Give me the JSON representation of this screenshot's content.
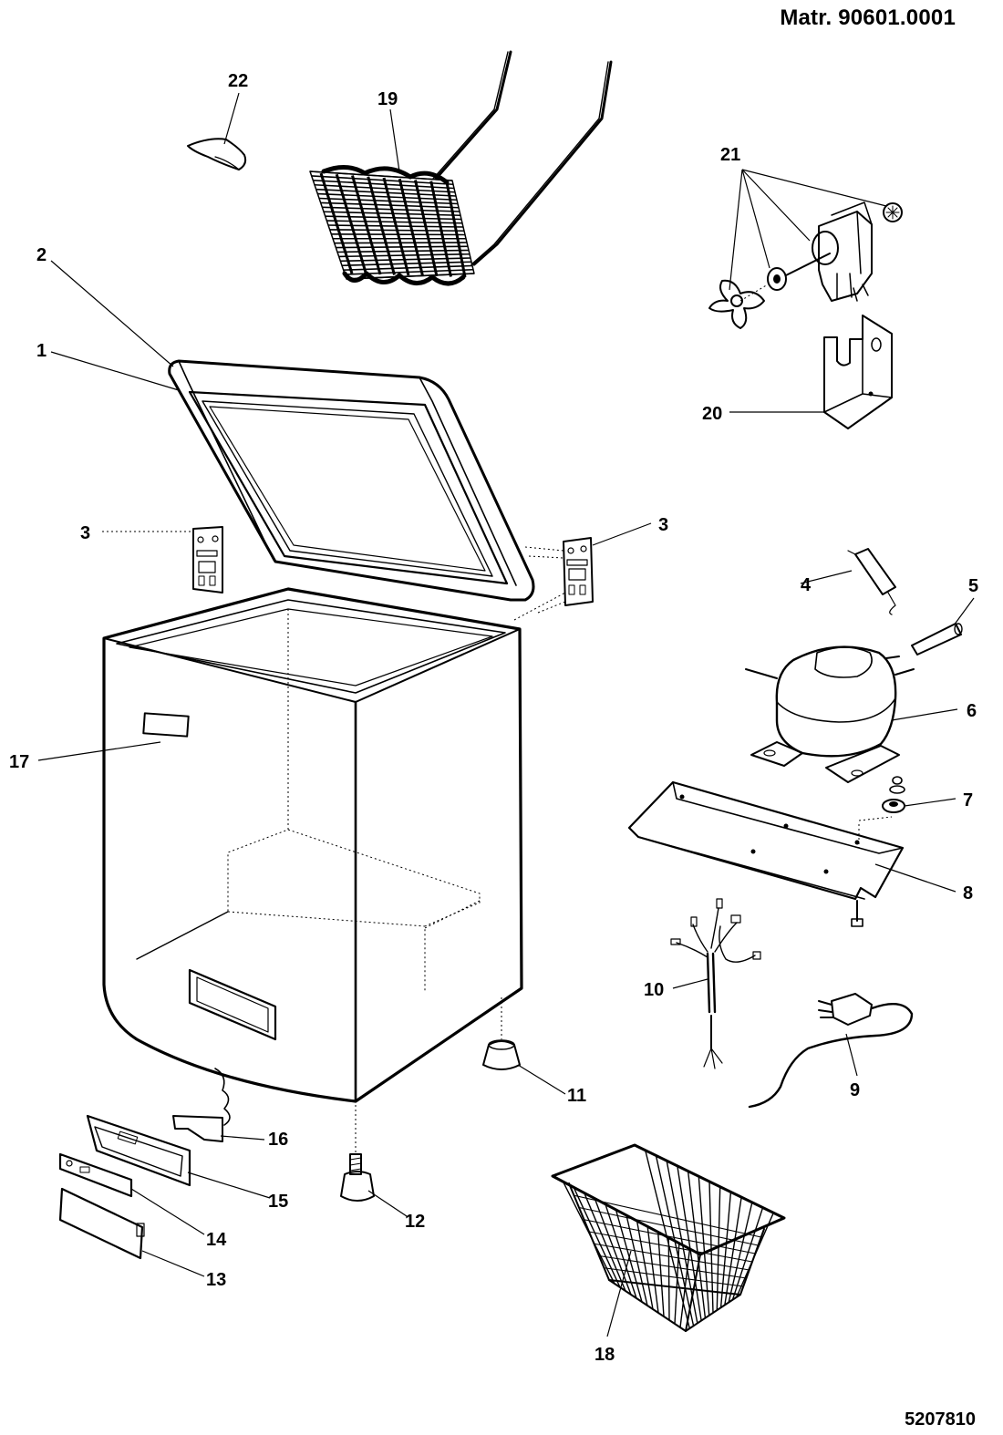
{
  "header": {
    "material_number": "Matr. 90601.0001"
  },
  "footer": {
    "drawing_number": "5207810"
  },
  "parts": [
    {
      "id": "lid-seal",
      "label": "1"
    },
    {
      "id": "lid",
      "label": "2"
    },
    {
      "id": "hinge-left",
      "label": "3"
    },
    {
      "id": "hinge-right",
      "label": "3"
    },
    {
      "id": "filter-drier",
      "label": "4"
    },
    {
      "id": "sleeve",
      "label": "5"
    },
    {
      "id": "compressor",
      "label": "6"
    },
    {
      "id": "grommet",
      "label": "7"
    },
    {
      "id": "compressor-base",
      "label": "8"
    },
    {
      "id": "power-cord",
      "label": "9"
    },
    {
      "id": "wiring-harness",
      "label": "10"
    },
    {
      "id": "foot-fixed",
      "label": "11"
    },
    {
      "id": "foot-adjustable",
      "label": "12"
    },
    {
      "id": "control-cover",
      "label": "13"
    },
    {
      "id": "light-lens",
      "label": "14"
    },
    {
      "id": "control-housing",
      "label": "15"
    },
    {
      "id": "thermostat",
      "label": "16"
    },
    {
      "id": "badge",
      "label": "17"
    },
    {
      "id": "basket",
      "label": "18"
    },
    {
      "id": "condenser",
      "label": "19"
    },
    {
      "id": "fan-bracket",
      "label": "20"
    },
    {
      "id": "fan-motor-kit",
      "label": "21"
    },
    {
      "id": "lid-handle",
      "label": "22"
    }
  ]
}
